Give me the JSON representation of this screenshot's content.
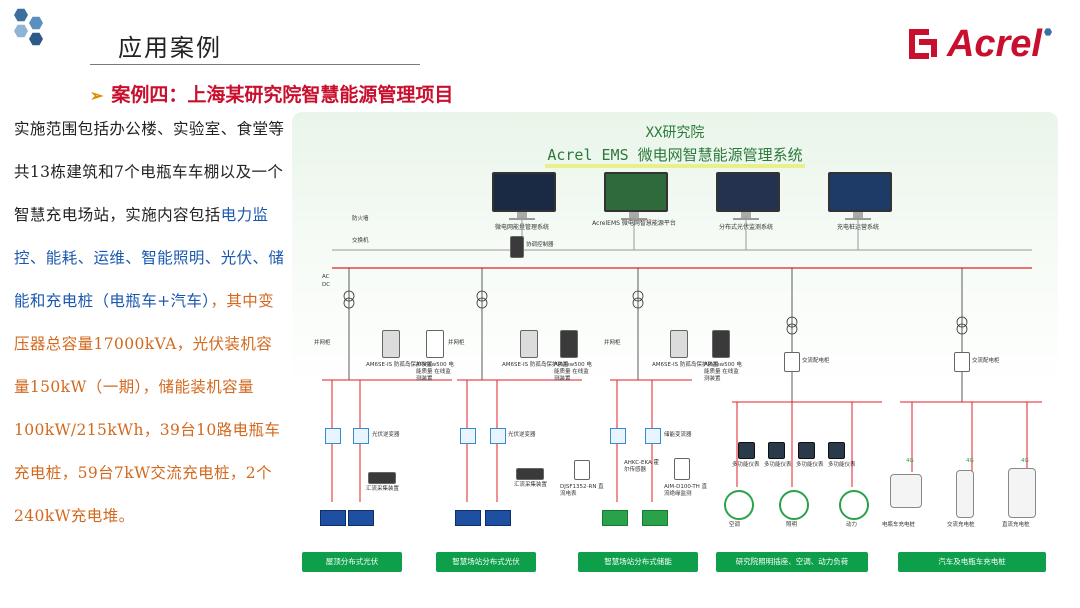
{
  "header": {
    "title": "应用案例",
    "subtitle": "案例四：上海某研究院智慧能源管理项目",
    "logo_text": "Acrel"
  },
  "description": {
    "parts": [
      {
        "text": "实施范围包括办公楼、实验室、食堂等共13栋建筑和7个电瓶车车棚以及一个智慧充电场站，实施内容包括",
        "style": "normal"
      },
      {
        "text": "电力监控、能耗、运维、智能照明、光伏、储能和充电桩（电瓶车+汽车）",
        "style": "blue"
      },
      {
        "text": "，其中变压器总容量17000kVA，光伏装机容量150kW（一期），储能装机容量100kW/215kWh，39台10路电瓶车充电桩，59台7kW交流充电桩，2个240kW充电堆。",
        "style": "orange"
      }
    ]
  },
  "diagram": {
    "title_line1": "XX研究院",
    "title_line2": "Acrel EMS 微电网智慧能源管理系统",
    "monitors": [
      {
        "label": "微电网能量管理系统"
      },
      {
        "label": "AcrelEMS 微电网智慧能源平台"
      },
      {
        "label": "分布式光伏监测系统"
      },
      {
        "label": "充电桩运营系统"
      }
    ],
    "top_labels": {
      "firewall": "防火墙",
      "switch": "交换机",
      "coordinator": "协调控制器",
      "grid_node": "并网柜",
      "ac": "AC",
      "dc": "DC"
    },
    "branch_labels": {
      "relay": "AM6SE-IS 防孤岛保护装置",
      "pq": "APView500 电能质量 在线监测装置",
      "pv_inverter": "光伏逆变器",
      "combiner": "汇流采集装置",
      "pcs": "储能变流器",
      "dc_meter": "DJSF1352-RN 直流电表",
      "ac_meter": "AHKC-EKA 霍尔传感器",
      "bms": "AIM-D100-TH 直流绝缘监测",
      "dist_cabinet": "交流配电柜",
      "multi_meter": "多功能仪表",
      "aircon": "空调",
      "lighting": "照明",
      "power": "动力",
      "ebike_charger": "电瓶车充电桩",
      "ac_charger": "交流充电桩",
      "dc_charger": "直流充电桩",
      "signal": "4G"
    },
    "bottom_buttons": [
      "屋顶分布式光伏",
      "智慧场站分布式光伏",
      "智慧场站分布式储能",
      "研究院照明插座、空调、动力负荷",
      "汽车及电瓶车充电桩"
    ],
    "colors": {
      "accent_green": "#0e9f4a",
      "bus_red": "#e0202a",
      "title_green": "#2a7a3a",
      "brand_red": "#c8102e"
    }
  }
}
